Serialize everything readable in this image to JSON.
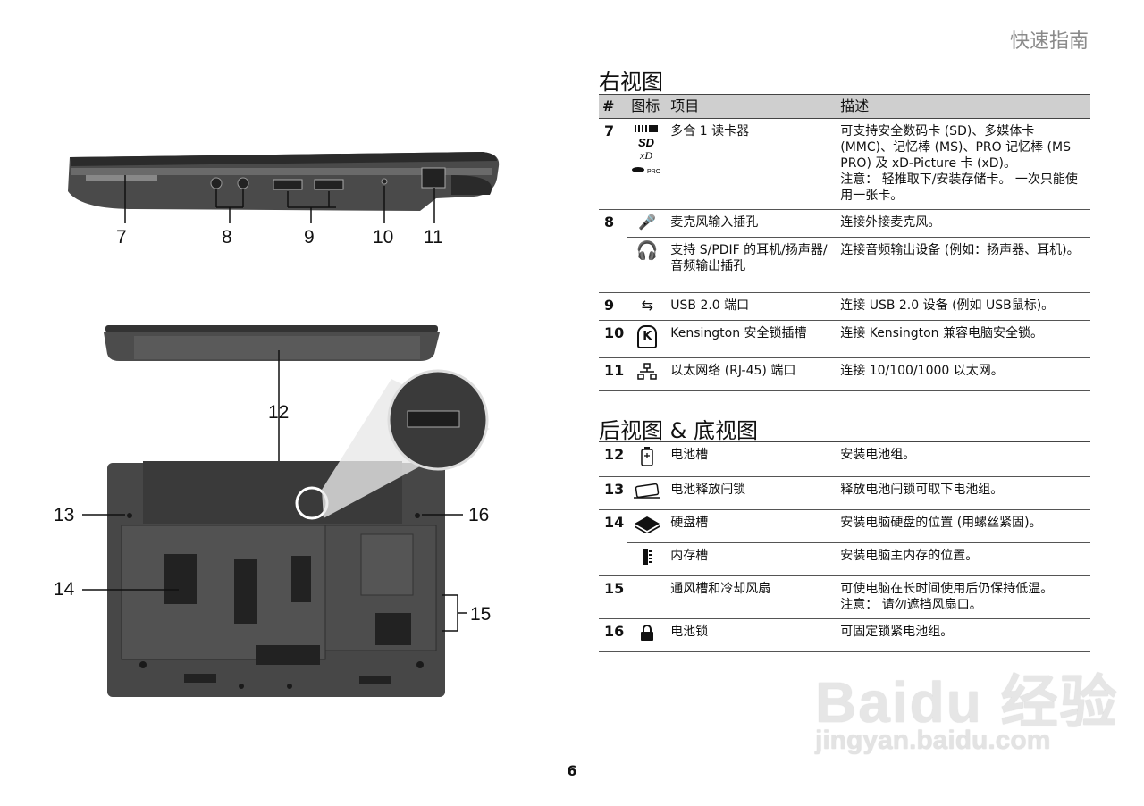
{
  "header": {
    "title": "快速指南"
  },
  "page_number": "6",
  "right_view": {
    "title": "右视图",
    "columns": [
      "#",
      "图标",
      "项目",
      "描述"
    ],
    "rows": [
      {
        "num": "7",
        "icons": [
          "card-reader-icon",
          "sd-icon",
          "xd-icon",
          "ms-pro-icon"
        ],
        "icon_texts": [
          "SD",
          "xD",
          "PRO"
        ],
        "item": "多合 1 读卡器",
        "desc": "可支持安全数码卡 (SD)、多媒体卡 (MMC)、记忆棒 (MS)、PRO 记忆棒 (MS PRO) 及 xD-Picture 卡 (xD)。",
        "note": "注意： 轻推取下/安装存储卡。 一次只能使用一张卡。"
      },
      {
        "num": "8",
        "icons": [
          "microphone-icon"
        ],
        "item": "麦克风输入插孔",
        "desc": "连接外接麦克风。"
      },
      {
        "num": "",
        "icons": [
          "headphones-icon"
        ],
        "item": "支持 S/PDIF 的耳机/扬声器/音频输出插孔",
        "desc": "连接音频输出设备 (例如：扬声器、耳机)。"
      },
      {
        "num": "9",
        "icons": [
          "usb-icon"
        ],
        "item": "USB 2.0 端口",
        "desc": "连接 USB 2.0 设备 (例如 USB鼠标)。"
      },
      {
        "num": "10",
        "icons": [
          "kensington-icon"
        ],
        "icon_texts": [
          "K"
        ],
        "item": "Kensington 安全锁插槽",
        "desc": "连接 Kensington 兼容电脑安全锁。"
      },
      {
        "num": "11",
        "icons": [
          "ethernet-icon"
        ],
        "item": "以太网络 (RJ-45) 端口",
        "desc": "连接 10/100/1000 以太网。"
      }
    ]
  },
  "rear_bottom_view": {
    "title": "后视图 & 底视图",
    "rows": [
      {
        "num": "12",
        "icons": [
          "battery-icon"
        ],
        "item": "电池槽",
        "desc": "安装电池组。"
      },
      {
        "num": "13",
        "icons": [
          "battery-release-icon"
        ],
        "item": "电池释放闩锁",
        "desc": "释放电池闩锁可取下电池组。"
      },
      {
        "num": "14",
        "icons": [
          "hard-disk-icon"
        ],
        "item": "硬盘槽",
        "desc": "安装电脑硬盘的位置 (用螺丝紧固)。"
      },
      {
        "num": "",
        "icons": [
          "memory-icon"
        ],
        "item": "内存槽",
        "desc": "安装电脑主内存的位置。"
      },
      {
        "num": "15",
        "icons": [],
        "item": "通风槽和冷却风扇",
        "desc": "可使电脑在长时间使用后仍保持低温。",
        "note": "注意： 请勿遮挡风扇口。"
      },
      {
        "num": "16",
        "icons": [
          "lock-icon"
        ],
        "item": "电池锁",
        "desc": "可固定锁紧电池组。"
      }
    ]
  },
  "figure_labels": {
    "side": [
      "7",
      "8",
      "9",
      "10",
      "11"
    ],
    "rear": [
      "12"
    ],
    "bottom": [
      "13",
      "14",
      "15",
      "16"
    ]
  },
  "watermark": {
    "brand": "Baidu 经验",
    "url": "jingyan.baidu.com"
  },
  "colors": {
    "header_gray": "#8a8a8a",
    "table_header_bg": "#cfcfcf",
    "laptop_dark": "#3a3a3a"
  }
}
